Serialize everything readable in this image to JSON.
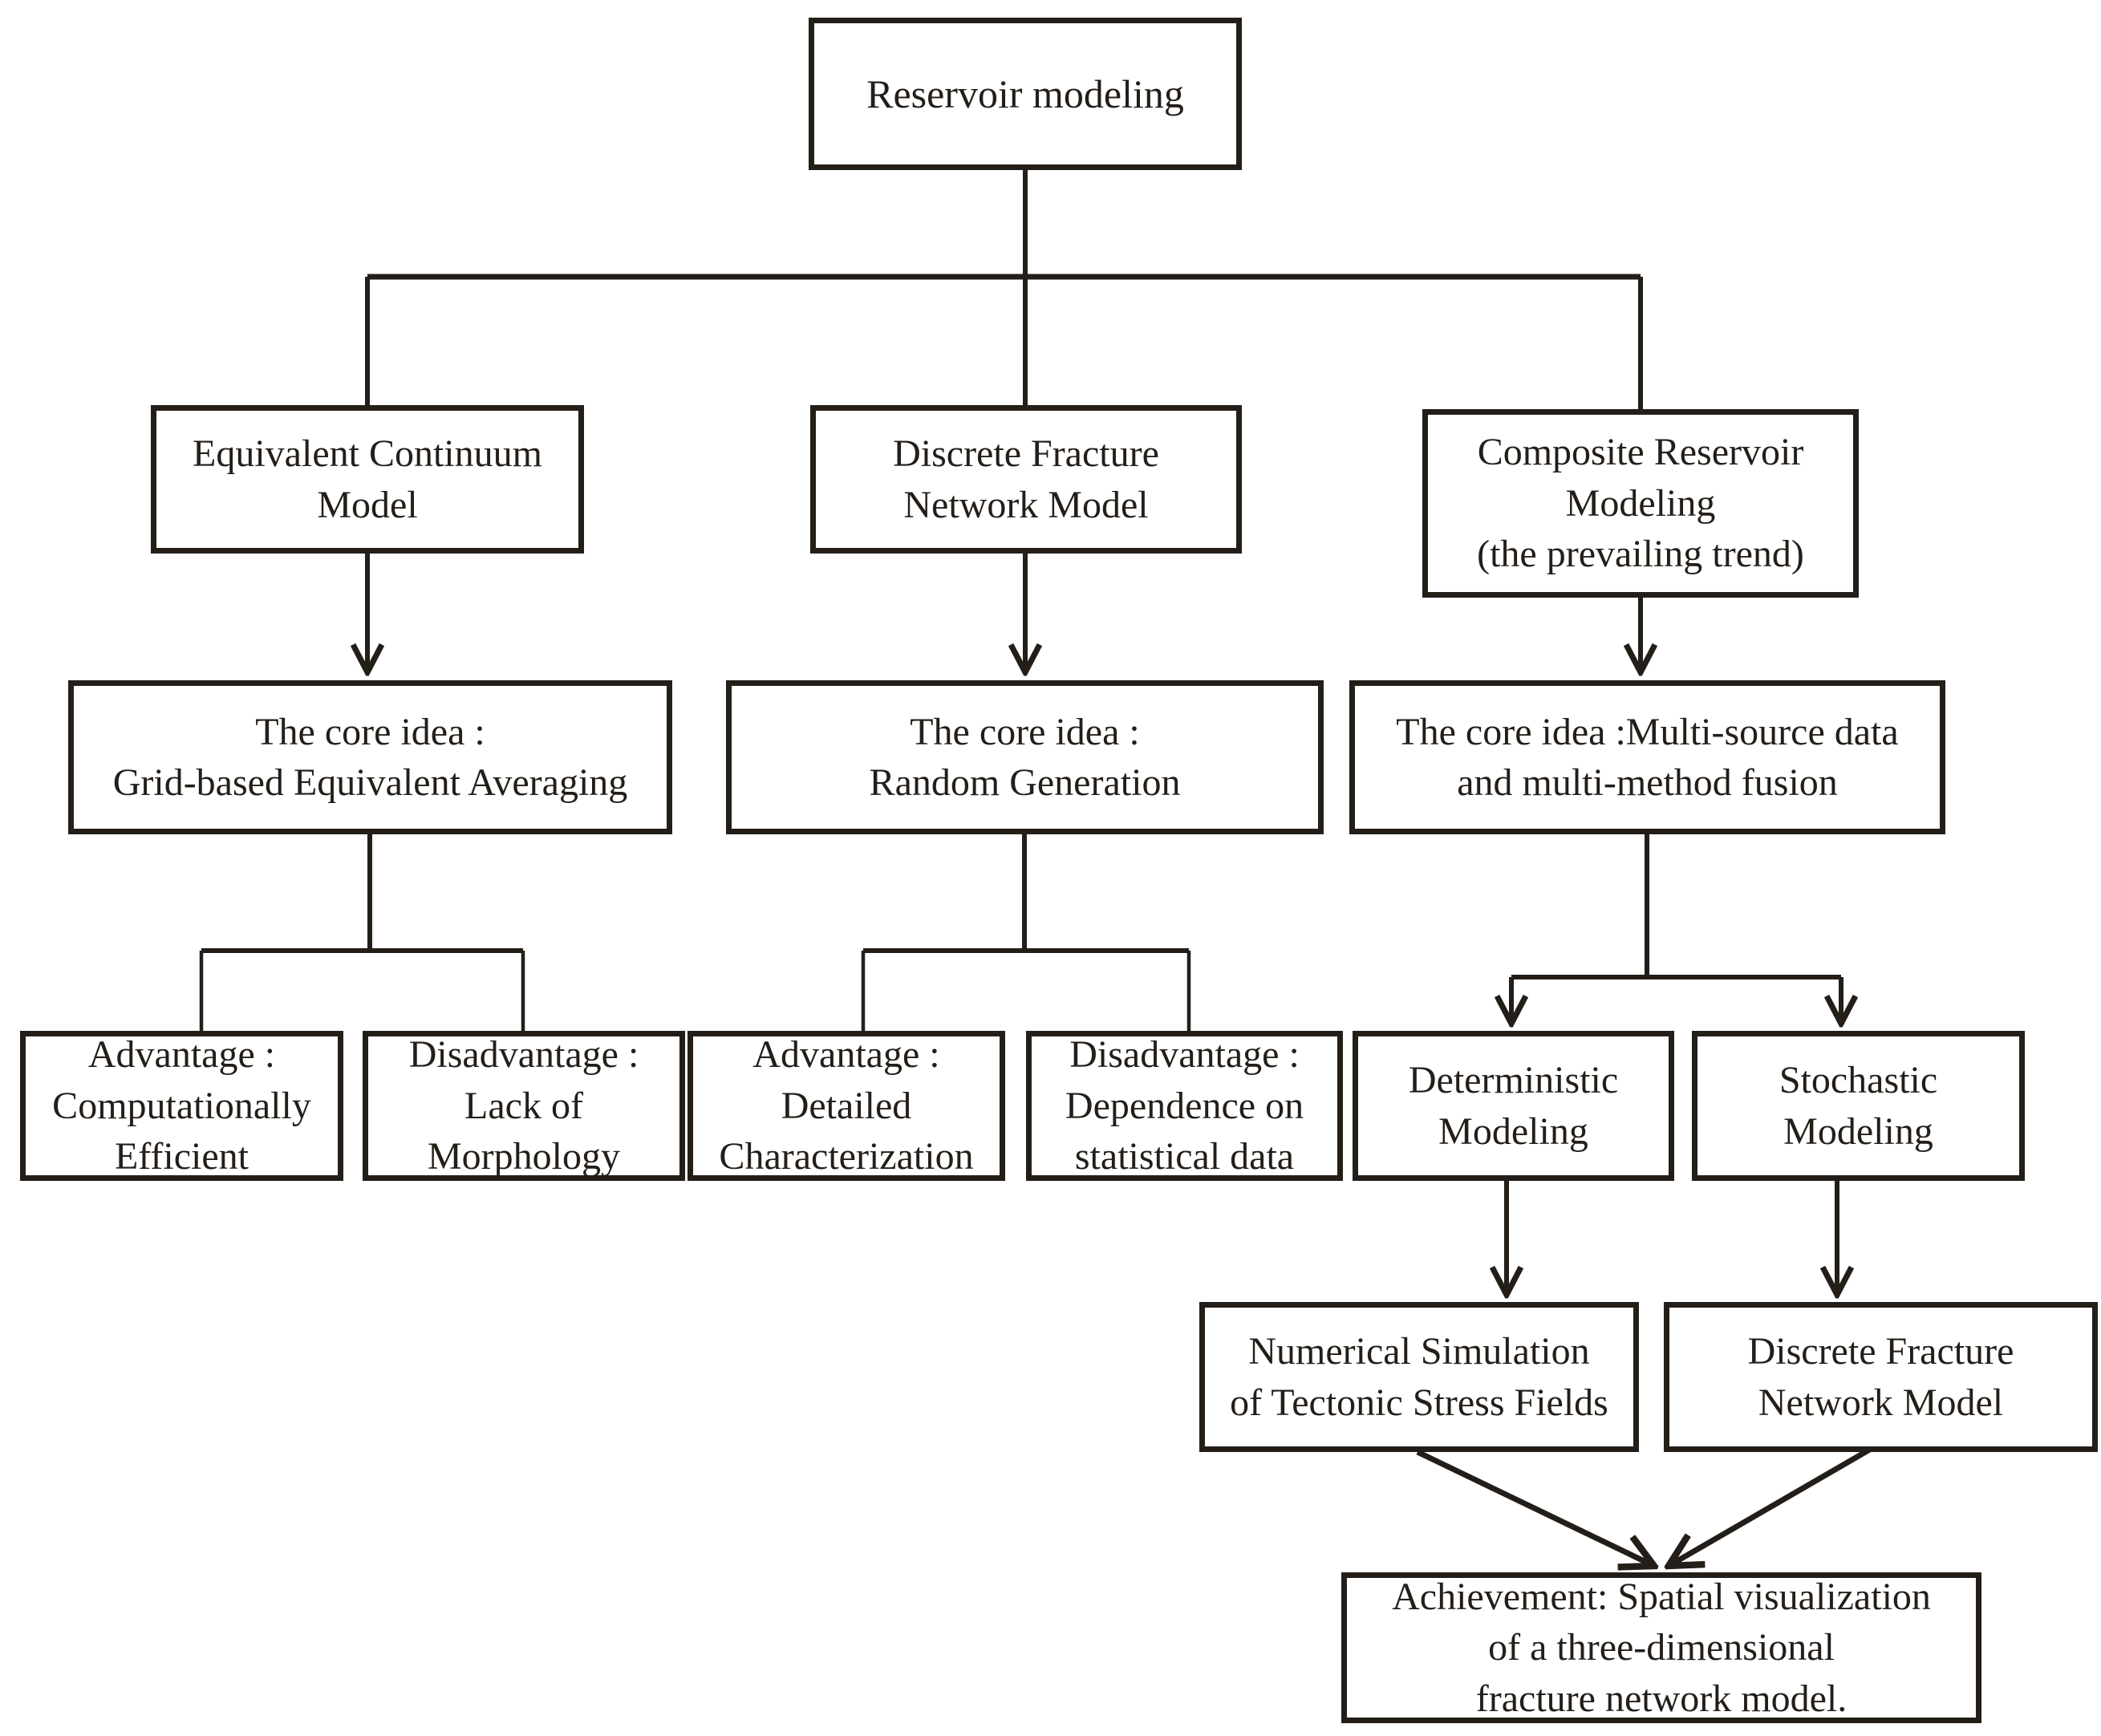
{
  "diagram": {
    "ink_color": "#241e19",
    "background_color": "#ffffff",
    "nodes": {
      "reservoir": {
        "label": "Reservoir modeling"
      },
      "equivalent_continuum": {
        "label": "Equivalent Continuum\nModel"
      },
      "discrete_fracture": {
        "label": "Discrete Fracture\nNetwork Model"
      },
      "composite_reservoir": {
        "label": "Composite Reservoir\nModeling\n(the prevailing trend)"
      },
      "core_idea_grid": {
        "label": "The core idea :\nGrid-based Equivalent Averaging"
      },
      "core_idea_random": {
        "label": "The core idea :\nRandom Generation"
      },
      "core_idea_multisource": {
        "label": "The core idea :Multi-source data\nand multi-method fusion"
      },
      "advantage_efficient": {
        "label": "Advantage :\nComputationally\nEfficient"
      },
      "disadvantage_morphology": {
        "label": "Disadvantage :\nLack of\nMorphology"
      },
      "advantage_detailed": {
        "label": "Advantage :\nDetailed\nCharacterization"
      },
      "disadvantage_statistical": {
        "label": "Disadvantage :\nDependence on\nstatistical data"
      },
      "deterministic_modeling": {
        "label": "Deterministic\nModeling"
      },
      "stochastic_modeling": {
        "label": "Stochastic\nModeling"
      },
      "numerical_simulation": {
        "label": "Numerical Simulation\nof Tectonic Stress Fields"
      },
      "discrete_fracture_result": {
        "label": "Discrete Fracture\nNetwork Model"
      },
      "achievement": {
        "label": "Achievement: Spatial visualization\nof a three-dimensional\nfracture network model."
      }
    }
  }
}
